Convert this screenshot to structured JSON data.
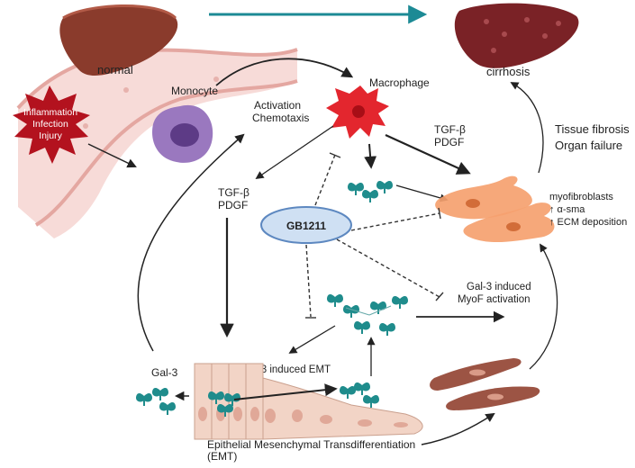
{
  "labels": {
    "normal": "normal",
    "cirrhosis": "cirrhosis",
    "monocyte": "Monocyte",
    "macrophage": "Macrophage",
    "activation": "Activation",
    "chemotaxis": "Chemotaxis",
    "tgf_left": "TGF-β",
    "pdgf_left": "PDGF",
    "tgf_right": "TGF-β",
    "pdgf_right": "PDGF",
    "tissue_fibrosis": "Tissue fibrosis",
    "organ_failure": "Organ failure",
    "myofibroblasts": "myofibroblasts",
    "alpha_sma": "↑ α-sma",
    "ecm": "↑ ECM deposition",
    "gb1211": "GB1211",
    "gal3_myof_1": "Gal-3 induced",
    "gal3_myof_2": "MyoF activation",
    "gal3_emt": "Gal-3 induced EMT",
    "gal3": "Gal-3",
    "emt_1": "Epithelial Mesenchymal Transdifferentiation",
    "emt_2": "(EMT)"
  },
  "triggers": {
    "line1": "Inflammation",
    "line2": "Infection",
    "line3": "Injury"
  },
  "colors": {
    "liver_normal": "#8a3b2c",
    "liver_cirrhosis": "#7a2226",
    "teal_arrow": "#1c8a95",
    "trigger_star": "#b3121e",
    "macrophage": "#e3262e",
    "monocyte": "#8a67b0",
    "gb1211_fill": "#cfe0f3",
    "gb1211_stroke": "#5d88c0",
    "gal3_teal": "#1f8c8c",
    "myofibroblast": "#f5a16f",
    "spindle": "#9c5444",
    "vessel": "#f2c7c3"
  }
}
